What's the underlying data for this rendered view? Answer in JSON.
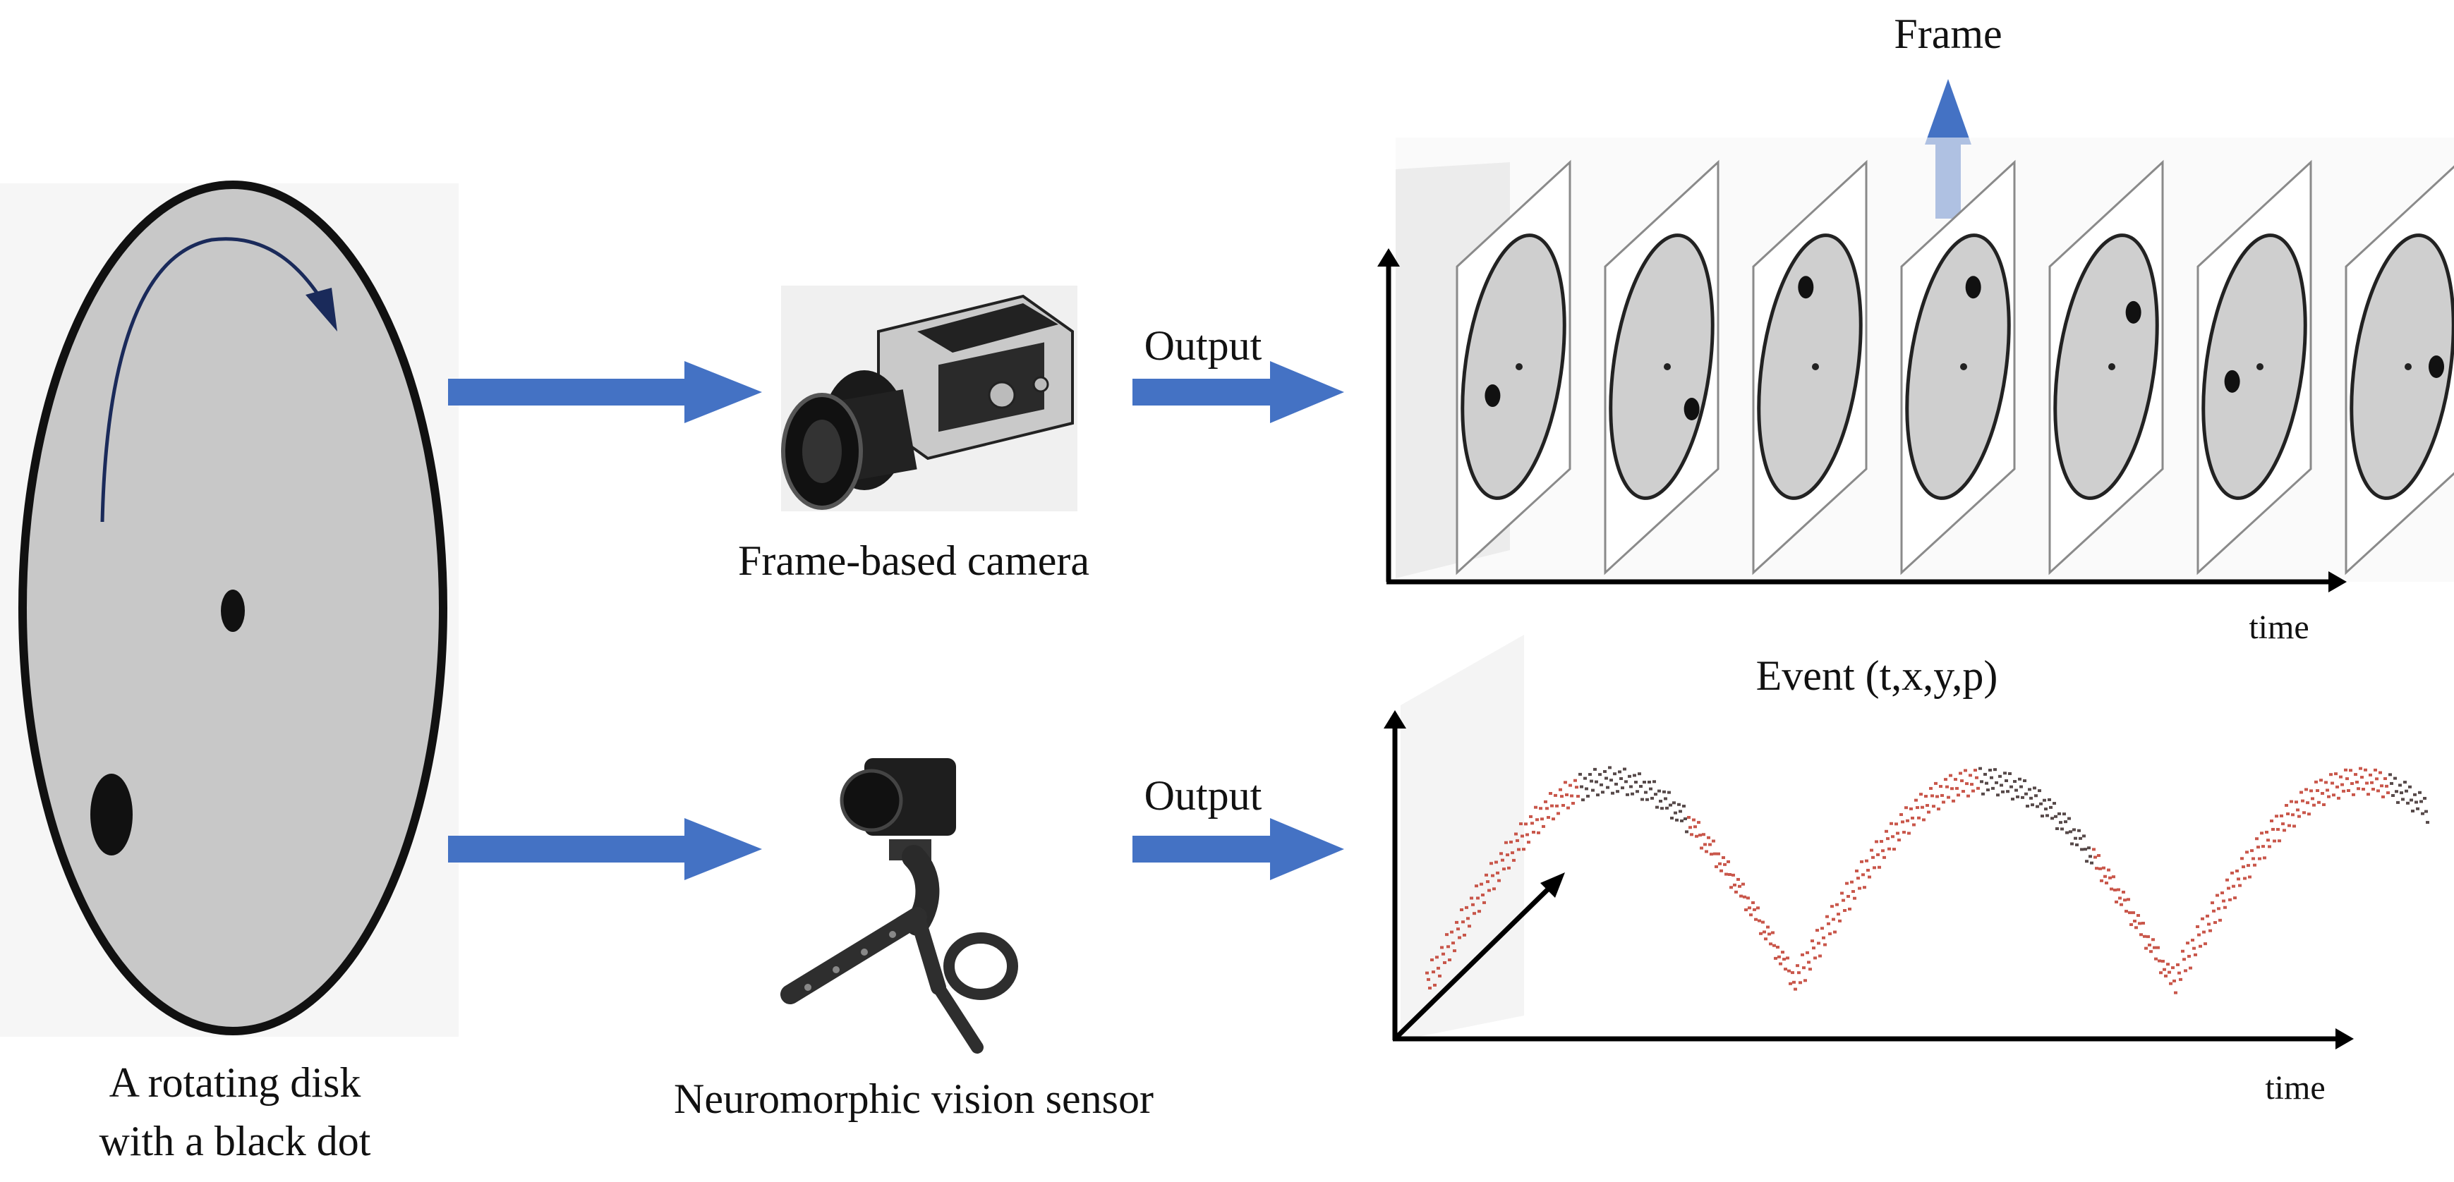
{
  "labels": {
    "disk_line1": "A rotating disk",
    "disk_line2": "with a black dot",
    "frame_camera": "Frame-based camera",
    "neuromorphic_sensor": "Neuromorphic vision sensor",
    "output_top": "Output",
    "output_bottom": "Output",
    "frame": "Frame",
    "event": "Event (t,x,y,p)",
    "time_top": "time",
    "time_bottom": "time"
  },
  "colors": {
    "arrow_blue": "#4472c4",
    "disk_fill": "#c8c8c8",
    "disk_stroke": "#111111",
    "event_red": "#c0392b",
    "event_dark": "#3a2a2a",
    "axis": "#000000"
  },
  "icons": {
    "frame_camera": "medium-format-camera-photo",
    "neuromorphic_sensor": "event-camera-on-tripod-photo"
  },
  "frames": [
    {
      "dot_angle": 200
    },
    {
      "dot_angle": 330
    },
    {
      "dot_angle": 110
    },
    {
      "dot_angle": 70
    },
    {
      "dot_angle": 40
    },
    {
      "dot_angle": 190
    },
    {
      "dot_angle": 0
    }
  ]
}
